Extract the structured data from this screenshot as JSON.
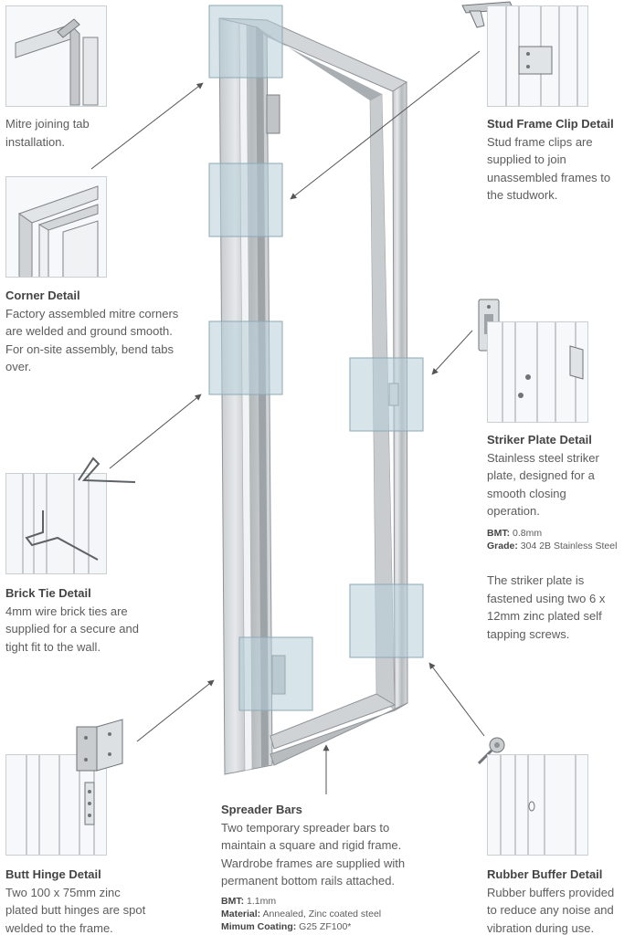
{
  "captions": {
    "mitre": {
      "text": "Mitre joining tab installation."
    },
    "corner": {
      "title": "Corner Detail",
      "text": "Factory assembled mitre corners are welded and ground smooth. For on-site assembly, bend tabs over."
    },
    "brick": {
      "title": "Brick Tie Detail",
      "text": "4mm wire brick ties are supplied for a secure and tight fit to the wall."
    },
    "hinge": {
      "title": "Butt Hinge Detail",
      "text": "Two 100 x 75mm zinc plated butt hinges are spot welded to the frame."
    },
    "stud": {
      "title": "Stud Frame Clip Detail",
      "text": "Stud frame clips are supplied to join unassembled frames to the studwork."
    },
    "striker": {
      "title": "Striker Plate Detail",
      "text": "Stainless steel striker plate, designed for a smooth closing operation.",
      "specs": [
        {
          "label": "BMT:",
          "value": "0.8mm"
        },
        {
          "label": "Grade:",
          "value": "304 2B Stainless Steel"
        }
      ],
      "note": "The striker plate is fastened using two 6 x 12mm zinc plated self tapping screws."
    },
    "spreader": {
      "title": "Spreader Bars",
      "text": "Two temporary spreader bars to maintain a square and rigid frame. Wardrobe frames are supplied with permanent bottom rails attached.",
      "specs": [
        {
          "label": "BMT:",
          "value": "1.1mm"
        },
        {
          "label": "Material:",
          "value": "Annealed, Zinc coated steel"
        },
        {
          "label": "Mimum Coating:",
          "value": "G25 ZF100*"
        }
      ]
    },
    "buffer": {
      "title": "Rubber Buffer Detail",
      "text": "Rubber buffers provided to reduce any noise and vibration during use."
    }
  },
  "colors": {
    "frame_light": "#d9dcde",
    "frame_mid": "#b8bcbf",
    "frame_dark": "#8e9397",
    "highlight_box": "#b7cdd9",
    "thumb_border": "#c9cfd3",
    "arrow": "#555555"
  }
}
